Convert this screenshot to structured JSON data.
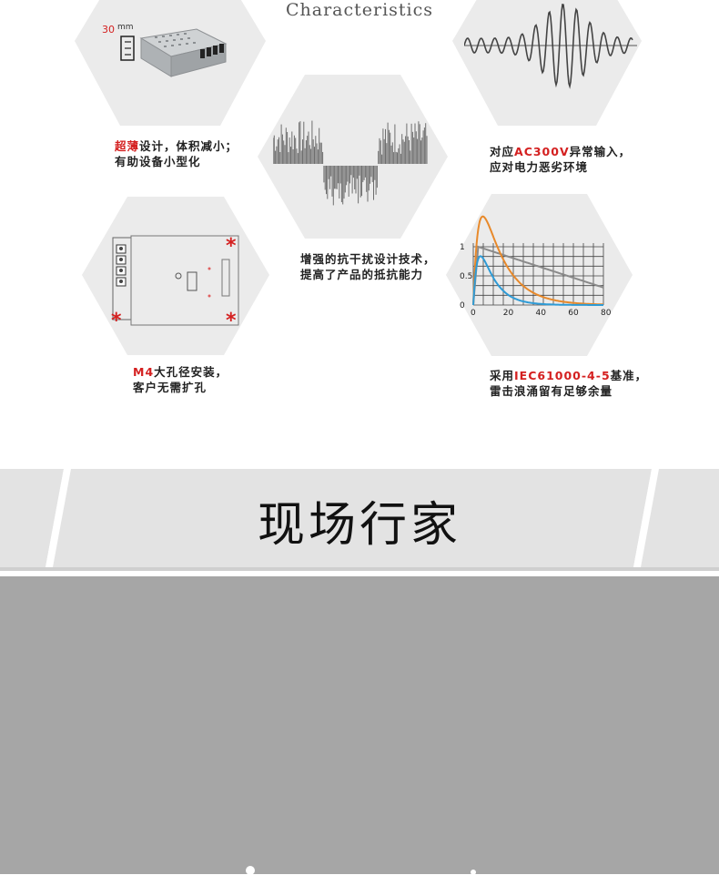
{
  "header": {
    "title": "Characteristics"
  },
  "features": [
    {
      "pre": "",
      "highlight": "超薄",
      "post": "设计，体积减小；",
      "line2": "有助设备小型化",
      "badge_value": "30",
      "badge_unit": "mm"
    },
    {
      "pre": "对应",
      "highlight": "AC300V",
      "post": "异常输入，",
      "line2": "应对电力恶劣环境"
    },
    {
      "pre": "增强的抗干扰设计技术，",
      "highlight": "",
      "post": "",
      "line2": "提高了产品的抵抗能力"
    },
    {
      "pre": "",
      "highlight": "M4",
      "post": "大孔径安装，",
      "line2": "客户无需扩孔"
    },
    {
      "pre": "采用",
      "highlight": "IEC61000-4-5",
      "post": "基准，",
      "line2": "雷击浪涌留有足够余量"
    }
  ],
  "surge_chart": {
    "y_ticks": [
      "1",
      "0.5",
      "0"
    ],
    "x_ticks": [
      "0",
      "20",
      "40",
      "60",
      "80"
    ],
    "colors": {
      "orange": "#e8892a",
      "blue": "#2e9bd6",
      "gray": "#8a8a8a"
    }
  },
  "banner": {
    "title": "现场行家"
  },
  "colors": {
    "accent_red": "#d42020",
    "hex_fill": "#ebebeb",
    "band_fill": "#e3e3e3",
    "gray_section": "#a6a6a6"
  }
}
